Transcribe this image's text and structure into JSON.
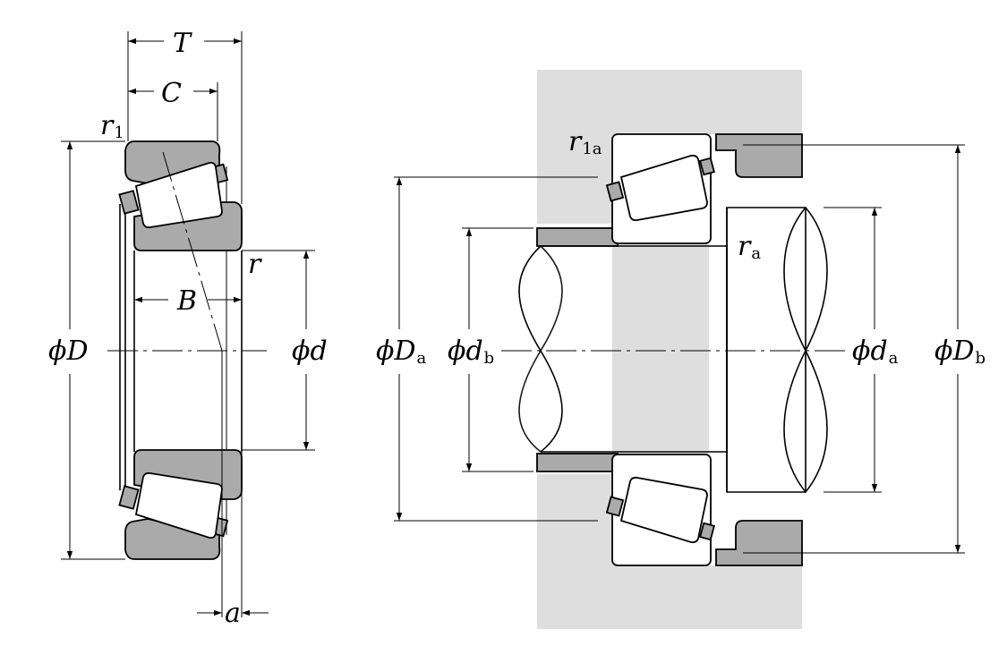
{
  "colors": {
    "ring": "#aaaaaa",
    "housing": "#dedede",
    "roller": "#ffffff",
    "line": "#000000"
  },
  "labels": {
    "T": "T",
    "C": "C",
    "r1": {
      "main": "r",
      "sub": "1"
    },
    "r": "r",
    "B": "B",
    "D": {
      "main": "ϕD",
      "sub": ""
    },
    "d": {
      "main": "ϕd",
      "sub": ""
    },
    "a": "a",
    "r1a": {
      "main": "r",
      "sub": "1a"
    },
    "ra": {
      "main": "r",
      "sub": "a"
    },
    "Da": {
      "main": "ϕD",
      "sub": "a"
    },
    "db": {
      "main": "ϕd",
      "sub": "b"
    },
    "da": {
      "main": "ϕd",
      "sub": "a"
    },
    "Db": {
      "main": "ϕD",
      "sub": "b"
    }
  }
}
